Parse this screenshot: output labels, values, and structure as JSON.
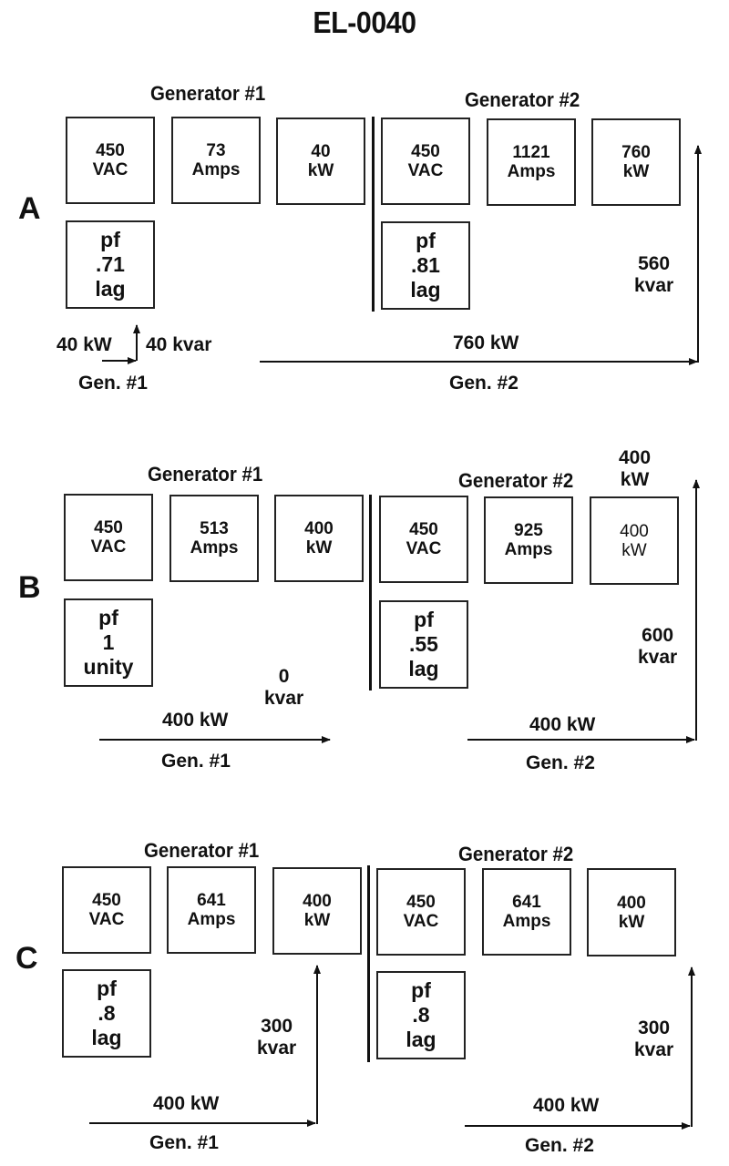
{
  "title": "EL-0040",
  "panels": {
    "A": {
      "letter": "A",
      "gen1": {
        "title": "Generator #1",
        "voltage": {
          "value": "450",
          "unit": "VAC"
        },
        "current": {
          "value": "73",
          "unit": "Amps"
        },
        "power": {
          "value": "40",
          "unit": "kW"
        },
        "pf": {
          "label": "pf",
          "value": ".71",
          "type": "lag"
        },
        "kw_label": "40 kW",
        "kvar_label": "40 kvar",
        "caption": "Gen. #1"
      },
      "gen2": {
        "title": "Generator #2",
        "voltage": {
          "value": "450",
          "unit": "VAC"
        },
        "current": {
          "value": "1121",
          "unit": "Amps"
        },
        "power": {
          "value": "760",
          "unit": "kW"
        },
        "pf": {
          "label": "pf",
          "value": ".81",
          "type": "lag"
        },
        "kw_label": "760 kW",
        "kvar_value": "560",
        "kvar_unit": "kvar",
        "caption": "Gen. #2"
      }
    },
    "B": {
      "letter": "B",
      "gen1": {
        "title": "Generator #1",
        "voltage": {
          "value": "450",
          "unit": "VAC"
        },
        "current": {
          "value": "513",
          "unit": "Amps"
        },
        "power": {
          "value": "400",
          "unit": "kW"
        },
        "pf": {
          "label": "pf",
          "value": "1",
          "type": "unity"
        },
        "kw_label": "400 kW",
        "kvar_value": "0",
        "kvar_unit": "kvar",
        "caption": "Gen. #1"
      },
      "gen2": {
        "title": "Generator #2",
        "voltage": {
          "value": "450",
          "unit": "VAC"
        },
        "current": {
          "value": "925",
          "unit": "Amps"
        },
        "power": {
          "value": "400",
          "unit": "kW"
        },
        "pf": {
          "label": "pf",
          "value": ".55",
          "type": "lag"
        },
        "kw_label": "400 kW",
        "kvar_value": "600",
        "kvar_unit": "kvar",
        "top_kw_value": "400",
        "top_kw_unit": "kW",
        "caption": "Gen. #2"
      }
    },
    "C": {
      "letter": "C",
      "gen1": {
        "title": "Generator #1",
        "voltage": {
          "value": "450",
          "unit": "VAC"
        },
        "current": {
          "value": "641",
          "unit": "Amps"
        },
        "power": {
          "value": "400",
          "unit": "kW"
        },
        "pf": {
          "label": "pf",
          "value": ".8",
          "type": "lag"
        },
        "kw_label": "400 kW",
        "kvar_value": "300",
        "kvar_unit": "kvar",
        "caption": "Gen. #1"
      },
      "gen2": {
        "title": "Generator #2",
        "voltage": {
          "value": "450",
          "unit": "VAC"
        },
        "current": {
          "value": "641",
          "unit": "Amps"
        },
        "power": {
          "value": "400",
          "unit": "kW"
        },
        "pf": {
          "label": "pf",
          "value": ".8",
          "type": "lag"
        },
        "kw_label": "400 kW",
        "kvar_value": "300",
        "kvar_unit": "kvar",
        "caption": "Gen. #2"
      }
    }
  }
}
